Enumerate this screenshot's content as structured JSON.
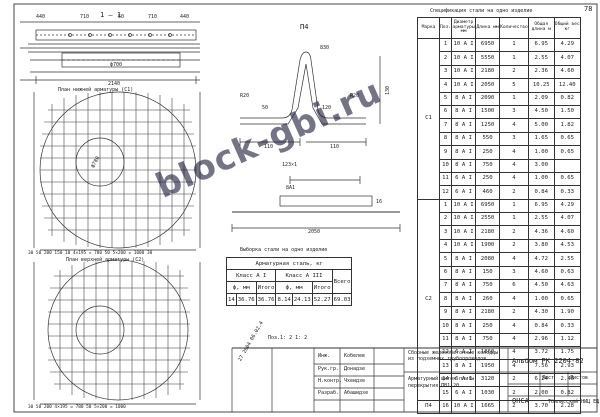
{
  "sheet_number": "78",
  "spec_table": {
    "title": "Спецификация стали на одно изделие",
    "headers": [
      "Марка",
      "Поз.",
      "Диаметр арматуры мм",
      "Длина мм",
      "Количество",
      "Общая длина м",
      "Общий вес кг"
    ],
    "groups": [
      {
        "mark": "С1",
        "rows": [
          [
            "1",
            "10 А I",
            "6950",
            "1",
            "6.95",
            "4.29"
          ],
          [
            "2",
            "10 А I",
            "5550",
            "1",
            "2.55",
            "4.07"
          ],
          [
            "3",
            "10 А I",
            "2180",
            "2",
            "2.36",
            "4.60"
          ],
          [
            "4",
            "10 А I",
            "2050",
            "5",
            "10.25",
            "12.40"
          ],
          [
            "5",
            "8 А I",
            "2090",
            "1",
            "2.09",
            "0.82"
          ],
          [
            "6",
            "8 А I",
            "1500",
            "3",
            "4.50",
            "1.50"
          ],
          [
            "7",
            "8 А I",
            "1250",
            "4",
            "5.00",
            "1.82"
          ],
          [
            "8",
            "8 А I",
            "550",
            "3",
            "1.65",
            "0.65"
          ],
          [
            "9",
            "8 А I",
            "250",
            "4",
            "1.00",
            "0.65"
          ],
          [
            "10",
            "8 А I",
            "750",
            "4",
            "3.00",
            ""
          ],
          [
            "11",
            "6 А I",
            "250",
            "4",
            "1.00",
            "0.65"
          ],
          [
            "12",
            "6 А I",
            "460",
            "2",
            "0.84",
            "0.33"
          ]
        ]
      },
      {
        "mark": "С2",
        "rows": [
          [
            "1",
            "10 А I",
            "6950",
            "1",
            "6.95",
            "4.29"
          ],
          [
            "2",
            "10 А I",
            "2550",
            "1",
            "2.55",
            "4.07"
          ],
          [
            "3",
            "10 А I",
            "2180",
            "2",
            "4.36",
            "4.60"
          ],
          [
            "4",
            "10 А I",
            "1900",
            "2",
            "3.80",
            "4.53"
          ],
          [
            "5",
            "8 А I",
            "2080",
            "4",
            "4.72",
            "2.55"
          ],
          [
            "6",
            "8 А I",
            "150",
            "3",
            "4.60",
            "0.63"
          ],
          [
            "7",
            "8 А I",
            "750",
            "6",
            "4.50",
            "4.63"
          ],
          [
            "8",
            "8 А I",
            "260",
            "4",
            "1.00",
            "0.65"
          ],
          [
            "9",
            "8 А I",
            "2180",
            "2",
            "4.30",
            "1.90"
          ],
          [
            "10",
            "8 А I",
            "250",
            "4",
            "0.84",
            "0.33"
          ],
          [
            "11",
            "8 А I",
            "750",
            "4",
            "2.96",
            "1.12"
          ],
          [
            "12",
            "6 А I",
            "1860",
            "4",
            "3.72",
            "1.75"
          ],
          [
            "13",
            "8 А I",
            "1950",
            "4",
            "7.56",
            "2.93"
          ],
          [
            "14",
            "6 А I",
            "3120",
            "2",
            "6.24",
            "2.46"
          ],
          [
            "15",
            "6 А I",
            "1030",
            "2",
            "2.00",
            "0.82"
          ]
        ]
      },
      {
        "mark": "П4",
        "rows": [
          [
            "16",
            "10 А I",
            "1665",
            "2",
            "3.70",
            "2.28"
          ]
        ]
      }
    ]
  },
  "selection_table": {
    "title": "Выборка стали на одно изделие",
    "subtitle": "Арматурная сталь, кг",
    "class_ai": "Класс А I",
    "class_aiii": "Класс А III",
    "diam_label": "ф, мм",
    "total_label": "Итого",
    "grand_label": "Всего",
    "values": [
      "14",
      "36.76",
      "36.76",
      "8.14",
      "24.13",
      "52.27",
      "69.03"
    ]
  },
  "section_label": "1 – 1",
  "detail_label": "П4",
  "plan_bottom_label": "План нижней арматуры (С1)",
  "plan_top_label": "План верхней арматуры (С2)",
  "pos_note": "Поз.1: 2  1: 2",
  "dims": {
    "top_total": "2140",
    "top_parts": [
      "440",
      "710",
      "50",
      "710",
      "440"
    ],
    "circle_d": "ф700",
    "hole_note": "ф780",
    "bottom_row": "30  50 200 150 10 4×195 = 780 50  5×200 = 1000 30",
    "bottom_row2": "30 50 200 4×195 = 780 50 5×200 = 1000",
    "detail_830": "830",
    "detail_r20": "R20",
    "detail_R20b": "R20",
    "detail_110a": "110",
    "detail_110b": "110",
    "detail_50": "50",
    "detail_120": "120",
    "detail_130": "130",
    "bar_2050": "2050",
    "bar_123": "123×1",
    "bar_8a1": "8А1",
    "bar_16": "16"
  },
  "title_block": {
    "series": "Сборные железобетонные колодцы из подземных трубопроводов",
    "doc_code": "Альбом РК 2204-82",
    "drawing_name": "Арматурный щиток плиты перекрытия ПВ1-20",
    "stage": "Лист",
    "sheet": "Листов",
    "org": "ОНСА",
    "org2": "Тбилисский НИЦ ЕЩ",
    "roles": [
      "Инж.",
      "Рук.гр.",
      "Н.контр.",
      "Разраб."
    ],
    "names": [
      "Кобелев",
      "Донадзе",
      "Чхеидзе",
      "Абашидзе"
    ],
    "stamp_numbers": "27 2004 06.02.4"
  },
  "watermark": "block-gbi.ru"
}
